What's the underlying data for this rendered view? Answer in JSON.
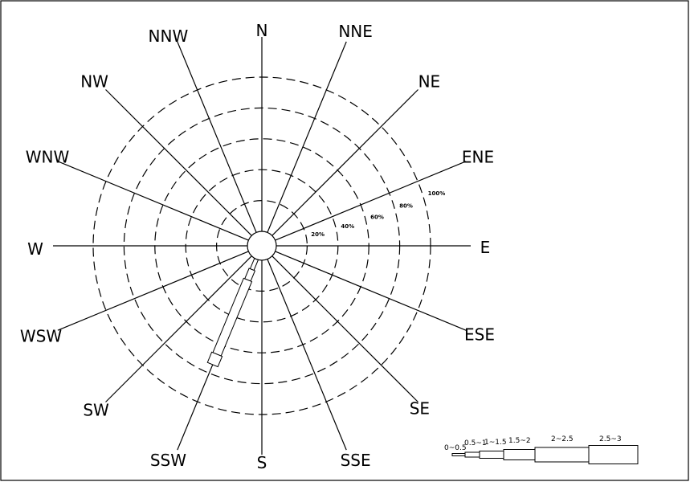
{
  "directions": [
    {
      "label": "N",
      "angle": 0
    },
    {
      "label": "NNE",
      "angle": 22.5
    },
    {
      "label": "NE",
      "angle": 45
    },
    {
      "label": "ENE",
      "angle": 67.5
    },
    {
      "label": "E",
      "angle": 90
    },
    {
      "label": "ESE",
      "angle": 112.5
    },
    {
      "label": "SE",
      "angle": 135
    },
    {
      "label": "SSE",
      "angle": 157.5
    },
    {
      "label": "S",
      "angle": 180
    },
    {
      "label": "SSW",
      "angle": 202.5
    },
    {
      "label": "SW",
      "angle": 225
    },
    {
      "label": "WSW",
      "angle": 247.5
    },
    {
      "label": "W",
      "angle": 270
    },
    {
      "label": "WNW",
      "angle": 292.5
    },
    {
      "label": "NW",
      "angle": 315
    },
    {
      "label": "NNW",
      "angle": 337.5
    }
  ],
  "rings": [
    {
      "label": "20%",
      "percent": 20
    },
    {
      "label": "40%",
      "percent": 40
    },
    {
      "label": "60%",
      "percent": 60
    },
    {
      "label": "80%",
      "percent": 80
    },
    {
      "label": "100%",
      "percent": 100
    }
  ],
  "petal": {
    "direction": "SSW",
    "angle": 202.5,
    "extent_percent": 74
  },
  "legend": [
    {
      "label": "0~0.5"
    },
    {
      "label": "0.5~1"
    },
    {
      "label": "1~1.5"
    },
    {
      "label": "1.5~2"
    },
    {
      "label": "2~2.5"
    },
    {
      "label": "2.5~3"
    }
  ]
}
